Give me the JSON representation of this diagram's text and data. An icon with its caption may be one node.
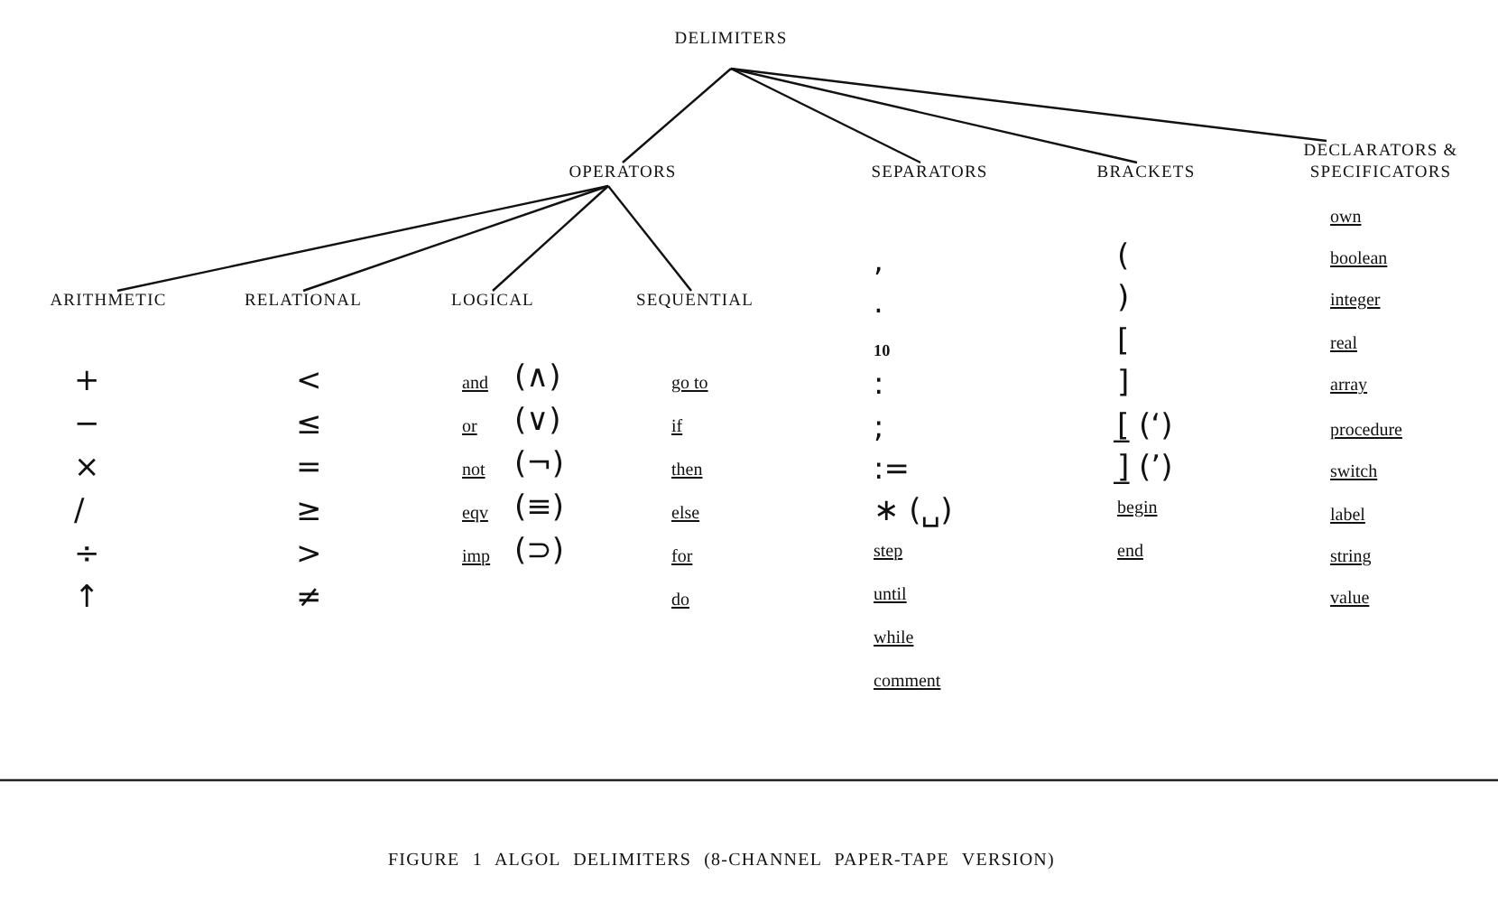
{
  "diagram": {
    "caption": "FIGURE 1 ALGOL DELIMITERS (8-CHANNEL PAPER-TAPE VERSION)",
    "nodes": [
      {
        "text": [
          "DELIMITERS"
        ]
      },
      {
        "text": [
          "OPERATORS"
        ]
      },
      {
        "text": [
          "SEPARATORS"
        ],
        "beside": [
          ",",
          ".",
          "$_{10}$",
          ":",
          ";",
          ":=",
          "∗ (␣)",
          "step",
          "until",
          "while",
          "comment"
        ]
      },
      {
        "text": [
          "BRACKETS"
        ],
        "beside": [
          "(",
          ")",
          "[",
          "]",
          "[̲ (‘)",
          "]̲ (’)",
          "begin",
          "end"
        ]
      },
      {
        "text": [
          "DECLARATORS & SPECIFICATORS"
        ],
        "beside": [
          "own",
          "boolean",
          "integer",
          "real",
          "array",
          "procedure",
          "switch",
          "label",
          "string",
          "value"
        ]
      },
      {
        "text": [
          "ARITHMETIC"
        ],
        "beside": [
          "+",
          "−",
          "×",
          "/",
          "÷",
          "↑"
        ]
      },
      {
        "text": [
          "RELATIONAL"
        ],
        "beside": [
          "<",
          "≤",
          "=",
          "≥",
          ">",
          "≠"
        ]
      },
      {
        "text": [
          "LOGICAL"
        ],
        "beside": [
          "and",
          "(∧)",
          "or",
          "(∨)",
          "not",
          "(¬)",
          "eqv",
          "(≡)",
          "imp",
          "(⊃)"
        ]
      },
      {
        "text": [
          "SEQUENTIAL"
        ],
        "beside": [
          "go to",
          "if",
          "then",
          "else",
          "for",
          "do"
        ]
      }
    ],
    "edges": [
      {
        "from": 0,
        "to": 1,
        "arrow": "none"
      },
      {
        "from": 0,
        "to": 2,
        "arrow": "none"
      },
      {
        "from": 0,
        "to": 3,
        "arrow": "none"
      },
      {
        "from": 0,
        "to": 4,
        "arrow": "none"
      },
      {
        "from": 1,
        "to": 5,
        "arrow": "none"
      },
      {
        "from": 1,
        "to": 6,
        "arrow": "none"
      },
      {
        "from": 1,
        "to": 7,
        "arrow": "none"
      },
      {
        "from": 1,
        "to": 8,
        "arrow": "none"
      }
    ]
  }
}
